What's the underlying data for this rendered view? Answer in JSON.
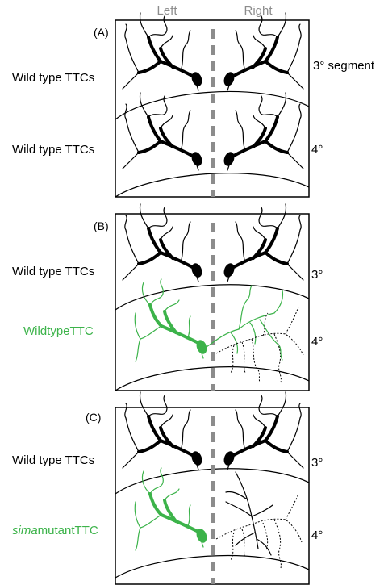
{
  "headers": {
    "left": "Left",
    "right": "Right"
  },
  "panels": [
    {
      "id": "(A)",
      "rows": [
        {
          "label": "Wild type TTCs",
          "segment": "3° segment"
        },
        {
          "label": "Wild type TTCs",
          "segment": "4°"
        }
      ]
    },
    {
      "id": "(B)",
      "rows": [
        {
          "label": "Wild type TTCs",
          "segment": "3°"
        },
        {
          "label": "WildtypeTTC",
          "segment": "4°"
        }
      ]
    },
    {
      "id": "(C)",
      "rows": [
        {
          "label": "Wild type TTCs",
          "segment": "3°"
        },
        {
          "label_italic": "sima",
          "label_rest": "mutantTTC",
          "segment": "4°"
        }
      ]
    }
  ],
  "colors": {
    "green": "#3cb34a",
    "dash": "#8c8c8c"
  }
}
